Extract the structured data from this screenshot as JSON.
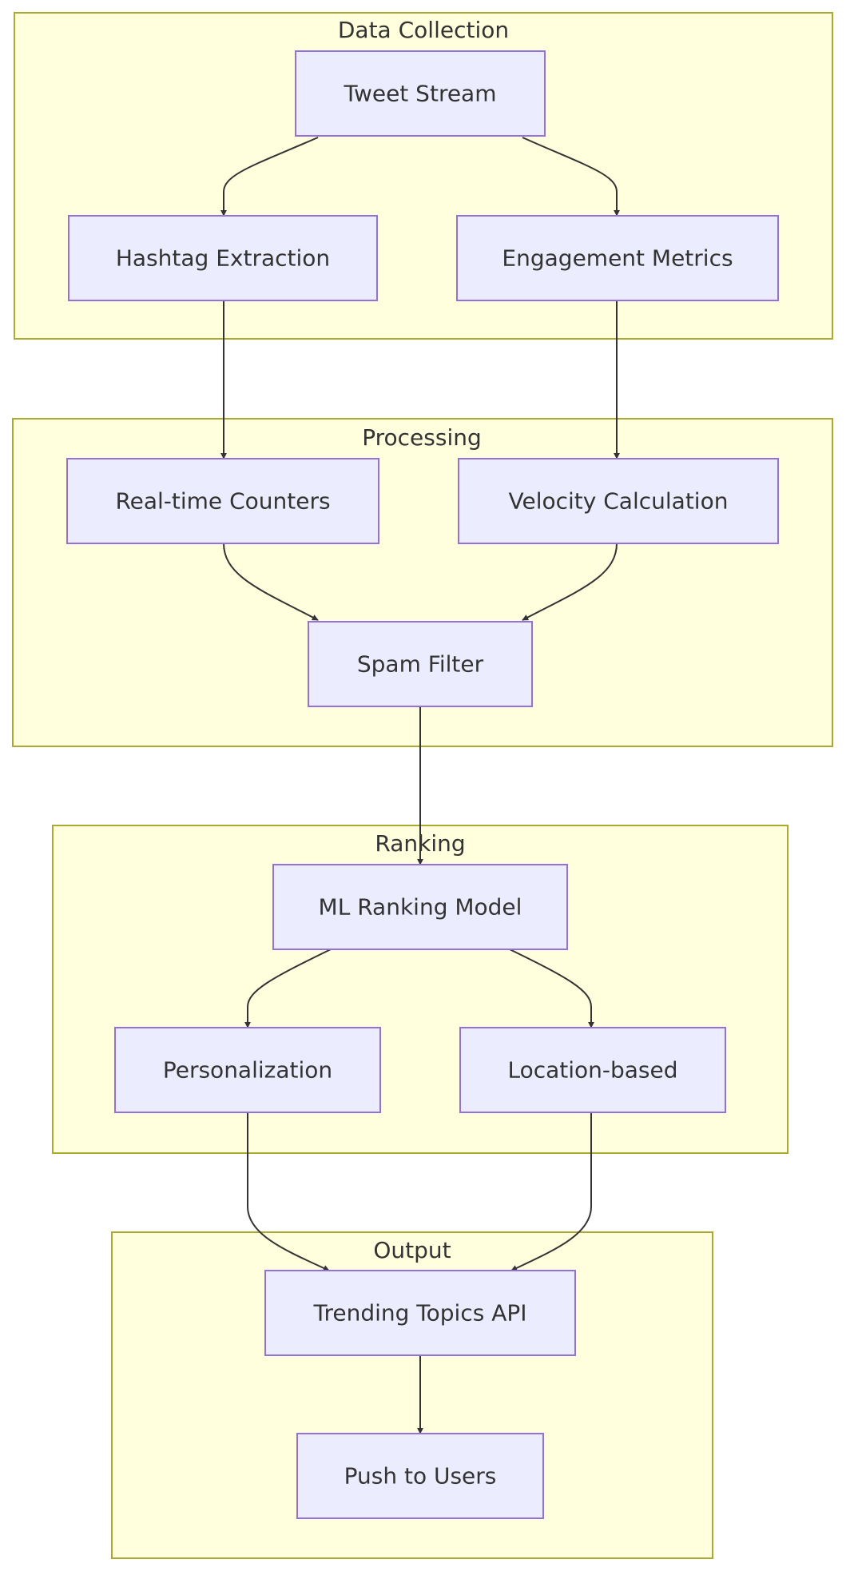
{
  "clusters": [
    {
      "id": "data-collection",
      "label": "Data Collection"
    },
    {
      "id": "processing",
      "label": "Processing"
    },
    {
      "id": "ranking",
      "label": "Ranking"
    },
    {
      "id": "output",
      "label": "Output"
    }
  ],
  "nodes": [
    {
      "id": "tweet-stream",
      "label": "Tweet Stream",
      "cluster": "data-collection"
    },
    {
      "id": "hashtag-extraction",
      "label": "Hashtag Extraction",
      "cluster": "data-collection"
    },
    {
      "id": "engagement-metrics",
      "label": "Engagement Metrics",
      "cluster": "data-collection"
    },
    {
      "id": "real-time-counters",
      "label": "Real-time Counters",
      "cluster": "processing"
    },
    {
      "id": "velocity-calculation",
      "label": "Velocity Calculation",
      "cluster": "processing"
    },
    {
      "id": "spam-filter",
      "label": "Spam Filter",
      "cluster": "processing"
    },
    {
      "id": "ml-ranking-model",
      "label": "ML Ranking Model",
      "cluster": "ranking"
    },
    {
      "id": "personalization",
      "label": "Personalization",
      "cluster": "ranking"
    },
    {
      "id": "location-based",
      "label": "Location-based",
      "cluster": "ranking"
    },
    {
      "id": "trending-topics-api",
      "label": "Trending Topics API",
      "cluster": "output"
    },
    {
      "id": "push-to-users",
      "label": "Push to Users",
      "cluster": "output"
    }
  ],
  "edges": [
    {
      "from": "tweet-stream",
      "to": "hashtag-extraction"
    },
    {
      "from": "tweet-stream",
      "to": "engagement-metrics"
    },
    {
      "from": "hashtag-extraction",
      "to": "real-time-counters"
    },
    {
      "from": "engagement-metrics",
      "to": "velocity-calculation"
    },
    {
      "from": "real-time-counters",
      "to": "spam-filter"
    },
    {
      "from": "velocity-calculation",
      "to": "spam-filter"
    },
    {
      "from": "spam-filter",
      "to": "ml-ranking-model"
    },
    {
      "from": "ml-ranking-model",
      "to": "personalization"
    },
    {
      "from": "ml-ranking-model",
      "to": "location-based"
    },
    {
      "from": "personalization",
      "to": "trending-topics-api"
    },
    {
      "from": "location-based",
      "to": "trending-topics-api"
    },
    {
      "from": "trending-topics-api",
      "to": "push-to-users"
    }
  ]
}
